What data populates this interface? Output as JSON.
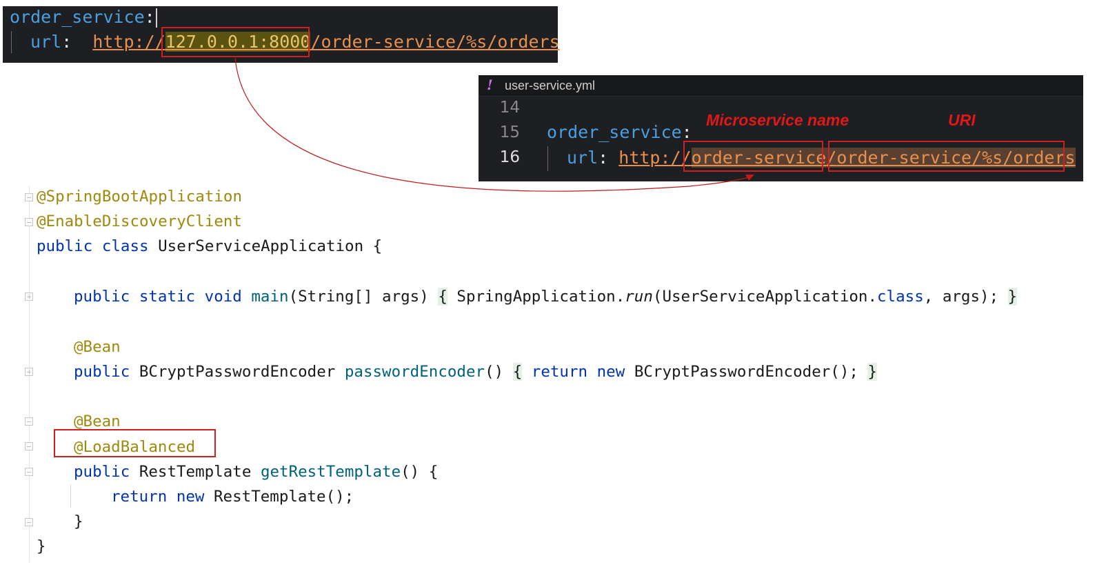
{
  "top_snippet": {
    "key": "order_service",
    "colon": ":",
    "url_key": "url",
    "url_prefix": "http://",
    "url_host": "127.0.0.1:8000",
    "url_path": "/order-service/%s/orders"
  },
  "yml_panel": {
    "tab_icon": "!",
    "tab_label": "user-service.yml",
    "line_numbers": [
      "14",
      "15",
      "16"
    ],
    "line15_key": "order_service",
    "line15_colon": ":",
    "line16_key": "url",
    "line16_colon": ":",
    "line16_prefix": "http://",
    "line16_service": "order-service",
    "line16_slash": "/",
    "line16_path": "order-service/%s/orders",
    "annotation_service": "Microservice name",
    "annotation_uri": "URI"
  },
  "java": {
    "l1": "@SpringBootApplication",
    "l2": "@EnableDiscoveryClient",
    "l3_public": "public",
    "l3_class": "class",
    "l3_name": "UserServiceApplication",
    "l3_brace": "{",
    "l4_public": "public",
    "l4_static": "static",
    "l4_void": "void",
    "l4_main": "main",
    "l4_params": "(String[] args)",
    "l4_open": "{",
    "l4_body_a": "SpringApplication.",
    "l4_run": "run",
    "l4_body_b": "(UserServiceApplication.",
    "l4_classkw": "class",
    "l4_body_c": ", args);",
    "l4_close": "}",
    "l5": "@Bean",
    "l6_public": "public",
    "l6_type": "BCryptPasswordEncoder",
    "l6_method": "passwordEncoder",
    "l6_parens": "()",
    "l6_open": "{",
    "l6_return": "return",
    "l6_new": "new",
    "l6_body": "BCryptPasswordEncoder();",
    "l6_close": "}",
    "l7": "@Bean",
    "l8": "@LoadBalanced",
    "l9_public": "public",
    "l9_type": "RestTemplate",
    "l9_method": "getRestTemplate",
    "l9_rest": "() {",
    "l10_return": "return",
    "l10_new": "new",
    "l10_body": "RestTemplate();",
    "l11": "}",
    "l12": "}"
  },
  "colors": {
    "dark_bg": "#1e1f22",
    "highlight_red": "#d22020",
    "annotation_red": "#e01818",
    "java_keyword": "#0033b3",
    "java_annotation": "#9e880d",
    "java_method": "#00627a"
  }
}
